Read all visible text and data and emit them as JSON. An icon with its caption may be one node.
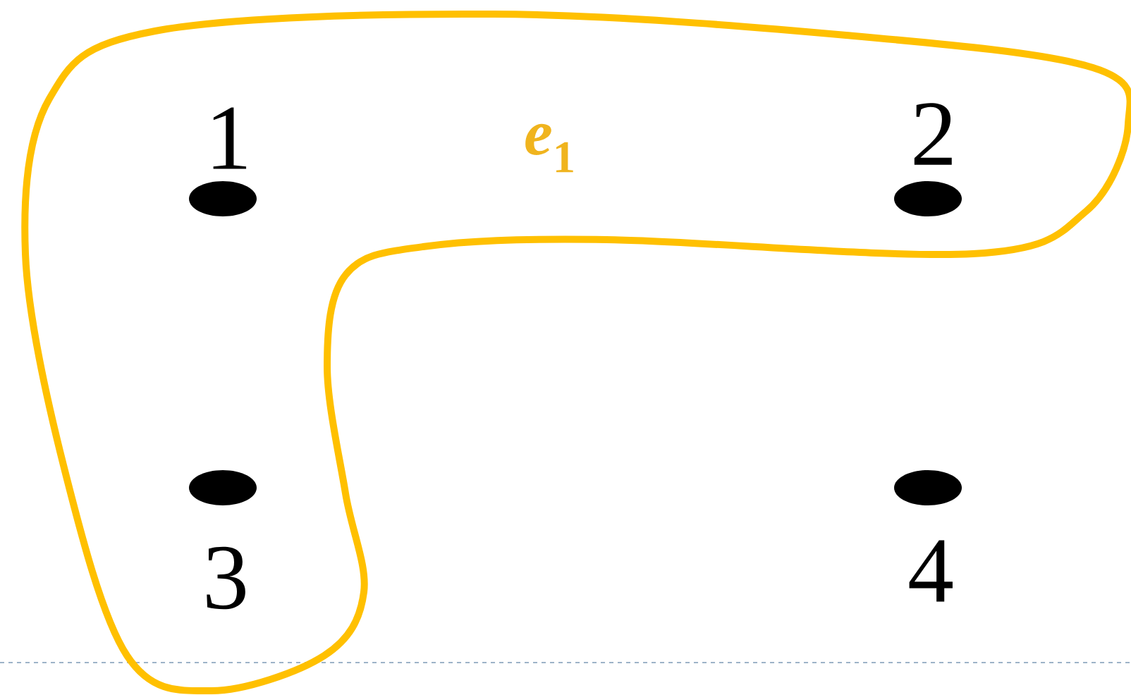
{
  "diagram": {
    "nodes": [
      {
        "text": [
          "*e*$_{1}$"
        ]
      },
      {
        "text": [],
        "shape": "circle",
        "beside": [
          "1"
        ],
        "in": 0
      },
      {
        "text": [],
        "shape": "circle",
        "beside": [
          "2"
        ],
        "in": 0
      },
      {
        "text": [],
        "shape": "circle",
        "beside": [
          "3"
        ],
        "in": 0
      },
      {
        "text": [],
        "shape": "circle",
        "beside": [
          "4"
        ]
      }
    ]
  }
}
